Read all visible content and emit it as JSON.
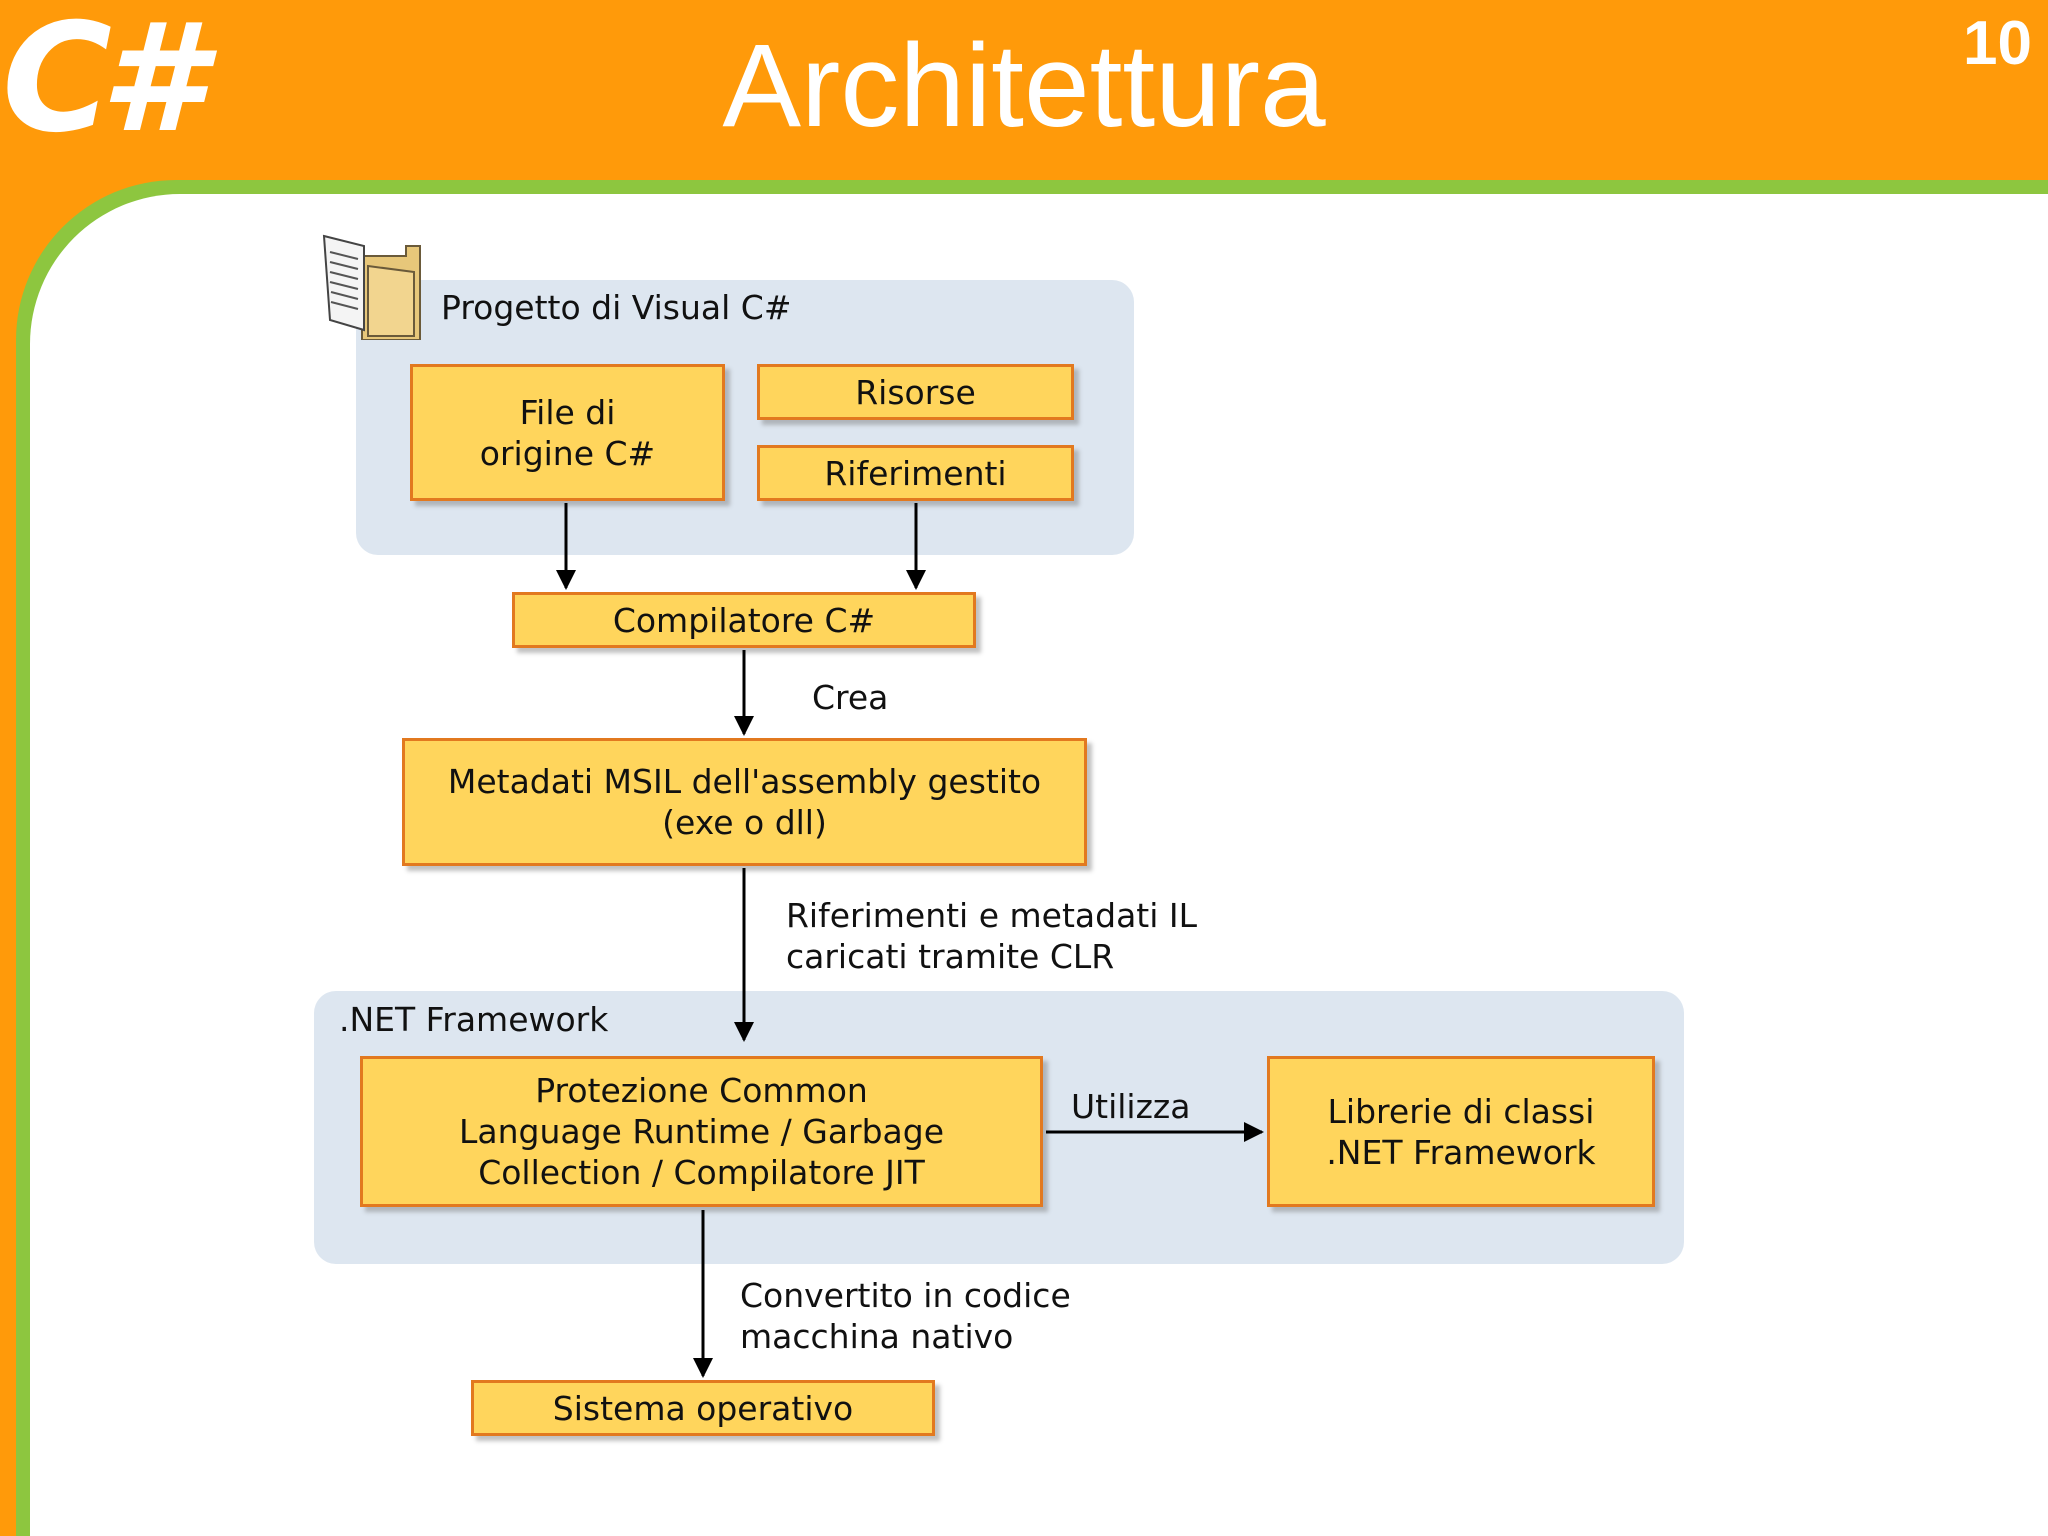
{
  "slide": {
    "logo": "C#",
    "title": "Architettura",
    "page_number": "10"
  },
  "diagram": {
    "project_group": {
      "label": "Progetto di Visual C#",
      "icon": "documents-folder-icon"
    },
    "nodes": {
      "source_files": "File di\norigine C#",
      "resources": "Risorse",
      "references": "Riferimenti",
      "compiler": "Compilatore C#",
      "assembly": "Metadati MSIL dell'assembly gestito\n(exe o dll)",
      "clr": "Protezione Common\nLanguage Runtime / Garbage\nCollection / Compilatore JIT",
      "class_libs": "Librerie di classi\n.NET Framework",
      "os": "Sistema operativo"
    },
    "framework_group": {
      "label": ".NET Framework"
    },
    "edge_labels": {
      "creates": "Crea",
      "loaded": "Riferimenti e metadati IL\ncaricati tramite CLR",
      "uses": "Utilizza",
      "converted": "Convertito in codice\nmacchina nativo"
    },
    "colors": {
      "box_fill": "#ffd55c",
      "box_border": "#e2791f",
      "group_fill": "#dde6f0",
      "header": "#ff9a0a",
      "accent_green": "#8dc63f"
    }
  }
}
